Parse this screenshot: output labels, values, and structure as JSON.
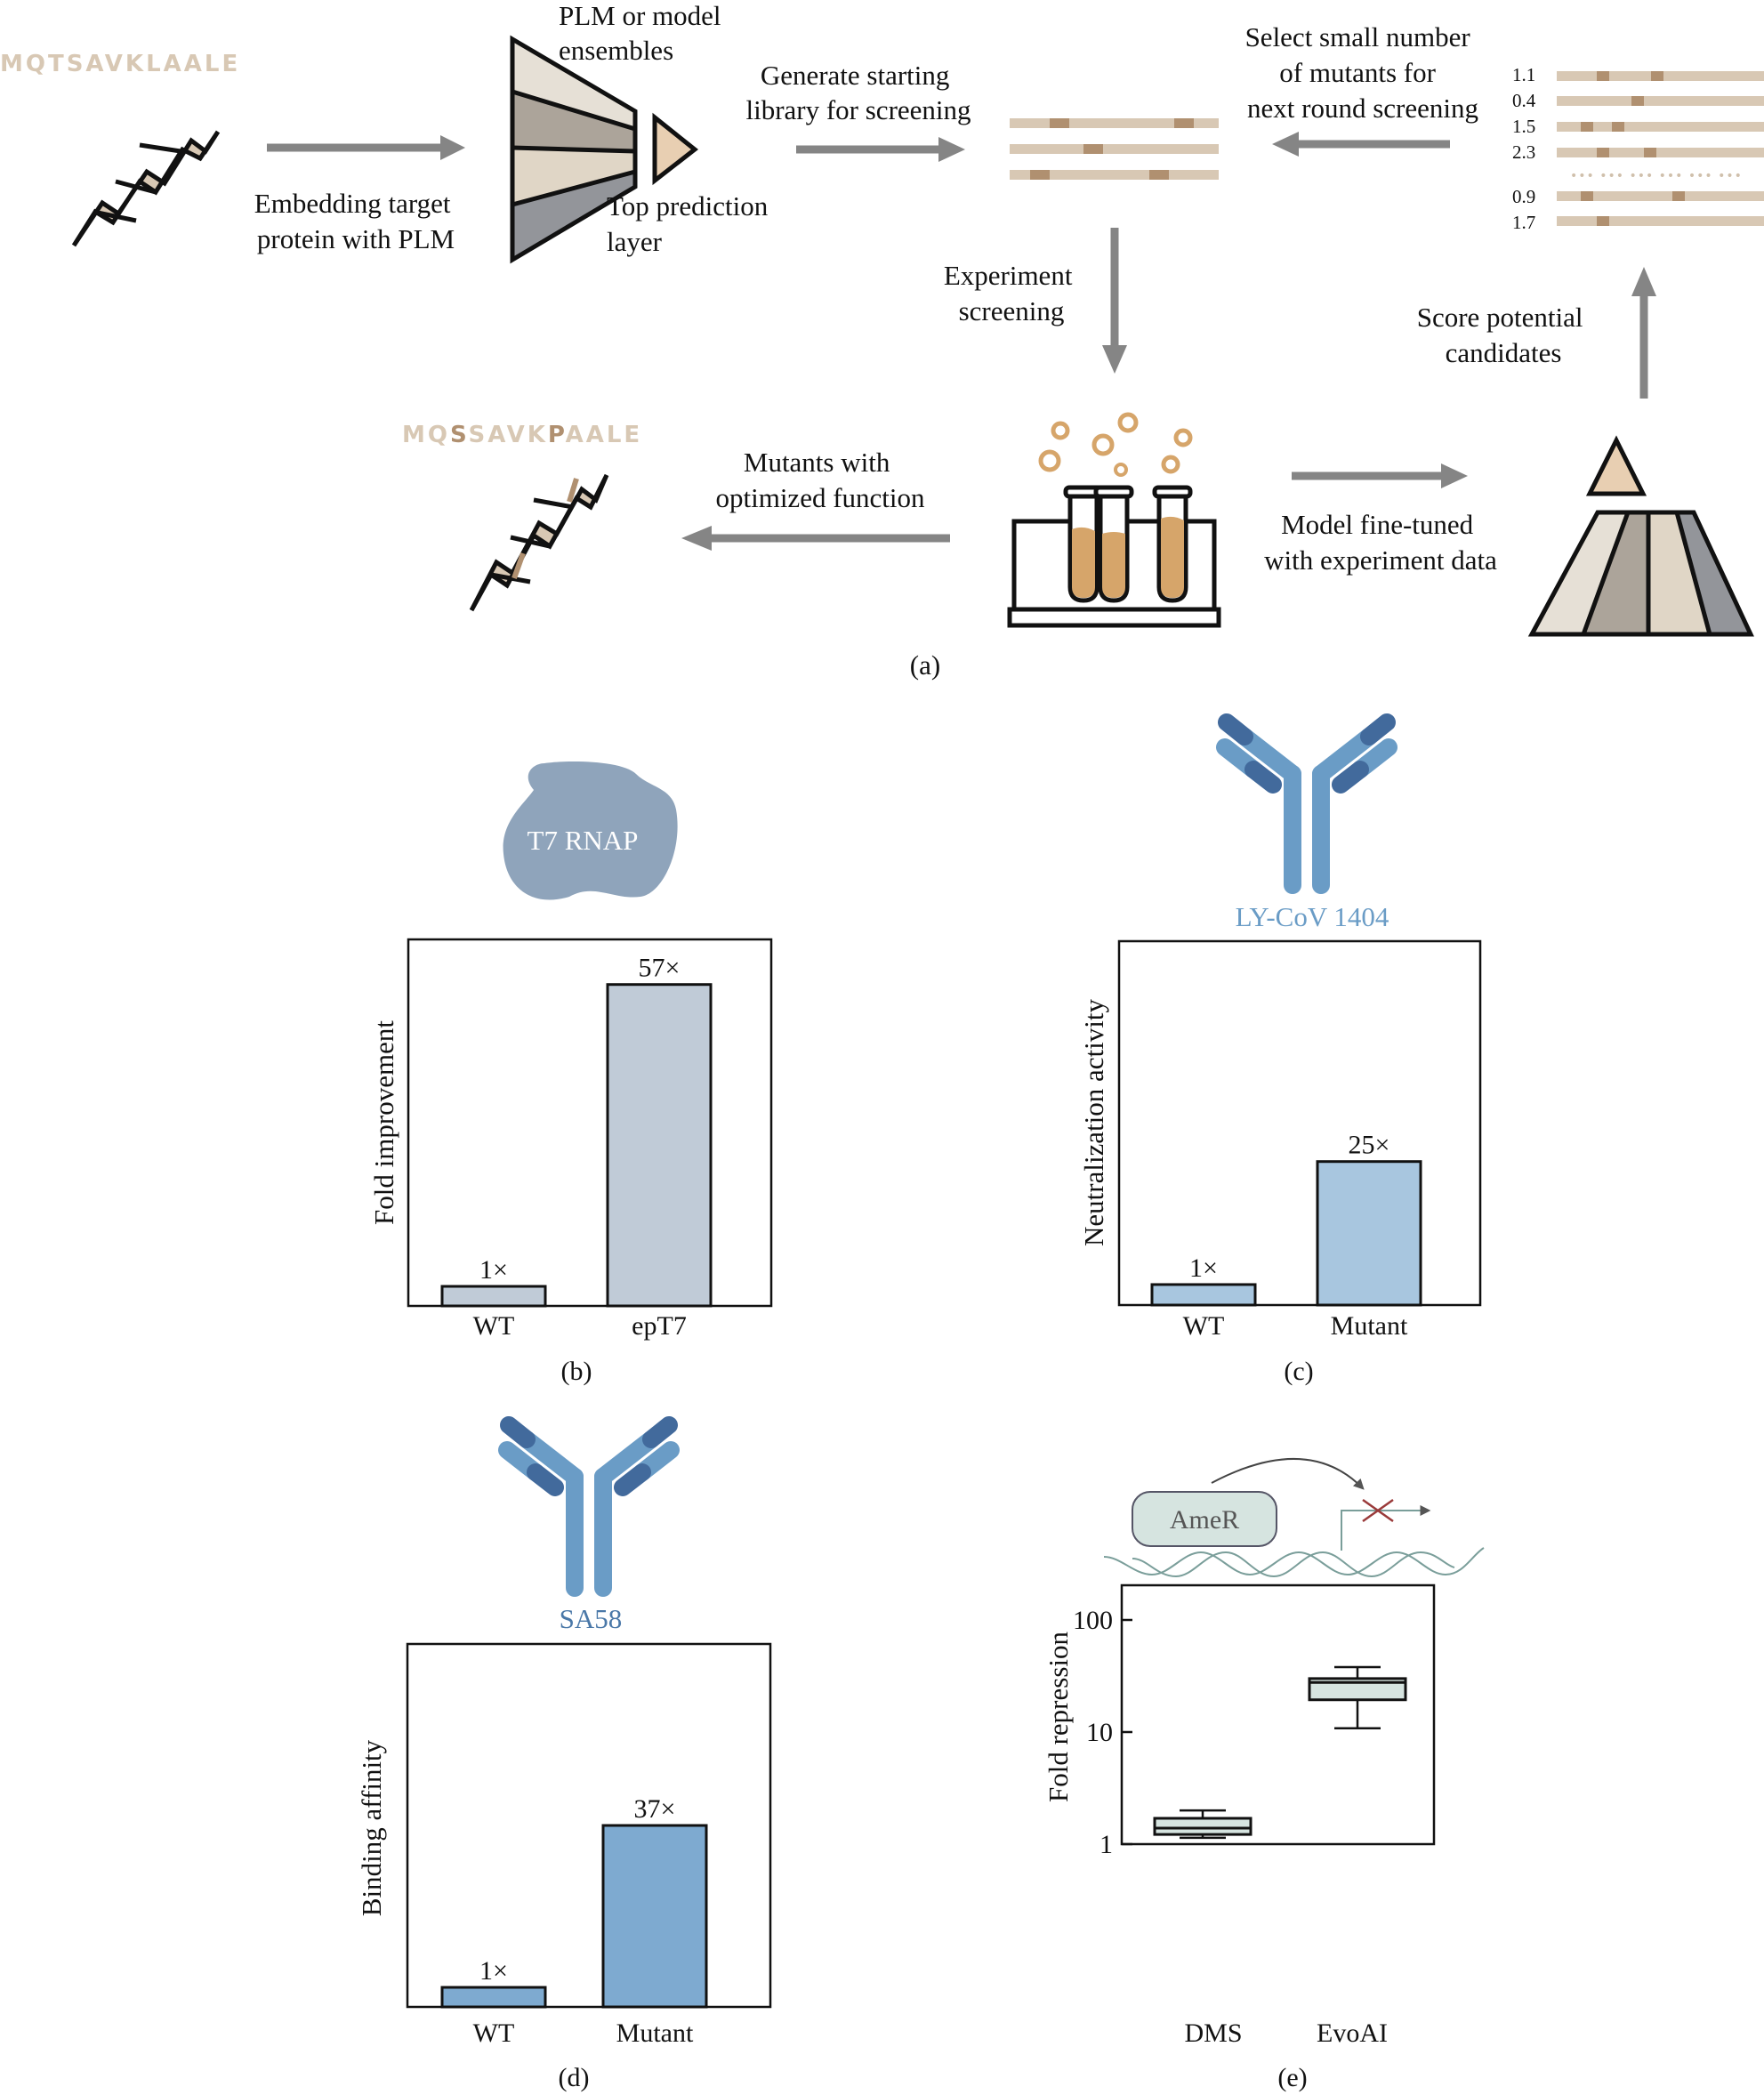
{
  "panel_a": {
    "wt_sequence": "MQTSAVKLAALE",
    "mutant_sequence_parts": [
      {
        "text": "MQ",
        "mutated": false
      },
      {
        "text": "S",
        "mutated": true
      },
      {
        "text": "SAVK",
        "mutated": false
      },
      {
        "text": "P",
        "mutated": true
      },
      {
        "text": "AALE",
        "mutated": false
      }
    ],
    "plm_label": [
      "PLM or model",
      "ensembles"
    ],
    "top_layer_label": [
      "Top prediction",
      "layer"
    ],
    "embedding_label": [
      "Embedding target",
      "protein with PLM"
    ],
    "generate_label": [
      "Generate starting",
      "library for screening"
    ],
    "select_label": [
      "Select small number",
      "of mutants for",
      "next round screening"
    ],
    "experiment_label": [
      "Experiment",
      "screening"
    ],
    "score_label": [
      "Score potential",
      "candidates"
    ],
    "finetune_label": [
      "Model fine-tuned",
      "with experiment data"
    ],
    "mutants_label": [
      "Mutants with",
      "optimized function"
    ],
    "scored_mutants": [
      "1.1",
      "0.4",
      "1.5",
      "2.3",
      "0.9",
      "1.7"
    ],
    "caption": "(a)",
    "colors": {
      "helix": "#d8c8b4",
      "mutation": "#b09070",
      "arrow": "#858585",
      "liquid": "#d6a56a",
      "top_layer": "#e8cfb2",
      "layer1": "#e6e0d6",
      "layer2": "#aca49a",
      "layer3": "#e0d6c6",
      "layer4": "#93959a"
    }
  },
  "chart_data": [
    {
      "type": "bar",
      "panel": "(b)",
      "protein_label": "T7 RNAP",
      "categories": [
        "WT",
        "epT7"
      ],
      "values": [
        1,
        57
      ],
      "value_labels": [
        "1×",
        "57×"
      ],
      "ylabel": "Fold improvement",
      "xlabel": "",
      "ylim": [
        0,
        65
      ],
      "bar_color": "#c0cbd7",
      "icon_color": "#8fa4bb"
    },
    {
      "type": "bar",
      "panel": "(c)",
      "protein_label": "LY-CoV 1404",
      "categories": [
        "WT",
        "Mutant"
      ],
      "values": [
        1,
        25
      ],
      "value_labels": [
        "1×",
        "25×"
      ],
      "ylabel": "Neutralization activity",
      "xlabel": "",
      "ylim": [
        -3,
        68
      ],
      "bar_color": "#a8c6df",
      "label_color": "#6a9cc6"
    },
    {
      "type": "bar",
      "panel": "(d)",
      "protein_label": "SA58",
      "categories": [
        "WT",
        "Mutant"
      ],
      "values": [
        1,
        37
      ],
      "value_labels": [
        "1×",
        "37×"
      ],
      "ylabel": "Binding affinity",
      "xlabel": "",
      "ylim": [
        -3,
        77
      ],
      "bar_color": "#7eaad0",
      "label_color": "#4a78a8"
    },
    {
      "type": "box",
      "panel": "(e)",
      "protein_label": "AmeR",
      "categories": [
        "DMS",
        "EvoAI"
      ],
      "series": [
        {
          "name": "DMS",
          "whisker_low": 1.14,
          "q1": 1.22,
          "median": 1.39,
          "q3": 1.7,
          "whisker_high": 2.0
        },
        {
          "name": "EvoAI",
          "whisker_low": 10.8,
          "q1": 19.4,
          "median": 27.7,
          "q3": 30,
          "whisker_high": 38
        }
      ],
      "ylabel": "Fold repression",
      "yscale": "log",
      "ylim": [
        1,
        200
      ],
      "yticks": [
        1,
        10,
        100
      ],
      "ytick_labels": [
        "1",
        "10",
        "100"
      ],
      "box_color": "#d6e4e0"
    }
  ]
}
